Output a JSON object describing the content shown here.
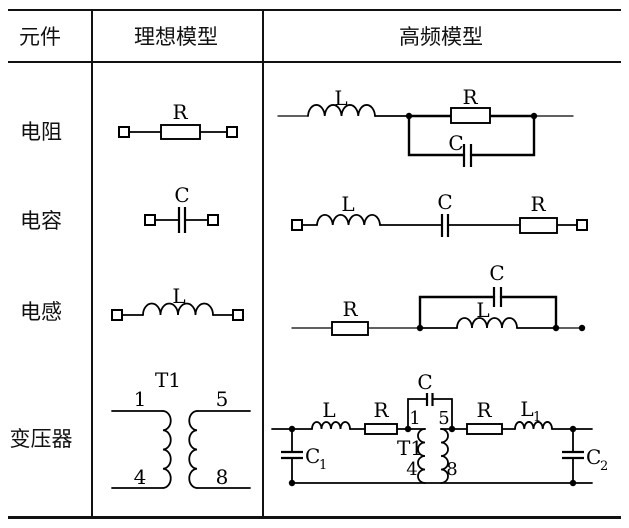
{
  "table": {
    "headers": {
      "component": "元件",
      "ideal_model": "理想模型",
      "hf_model": "高频模型"
    },
    "rows": [
      {
        "name": "电阻"
      },
      {
        "name": "电容"
      },
      {
        "name": "电感"
      },
      {
        "name": "变压器"
      }
    ]
  },
  "circuits": {
    "resistor_ideal": {
      "R": "R"
    },
    "resistor_hf": {
      "L": "L",
      "R": "R",
      "C": "C"
    },
    "capacitor_ideal": {
      "C": "C"
    },
    "capacitor_hf": {
      "L": "L",
      "C": "C",
      "R": "R"
    },
    "inductor_ideal": {
      "L": "L"
    },
    "inductor_hf": {
      "R": "R",
      "C": "C",
      "L": "L"
    },
    "transformer_ideal": {
      "T1": "T1",
      "pin1": "1",
      "pin4": "4",
      "pin5": "5",
      "pin8": "8"
    },
    "transformer_hf": {
      "C1": "C",
      "C1_sub": "1",
      "L": "L",
      "R1": "R",
      "C": "C",
      "pin1": "1",
      "pin5": "5",
      "T1": "T1",
      "pin4": "4",
      "pin8": "8",
      "R2": "R",
      "L1": "L",
      "L1_sub": "1",
      "C2": "C",
      "C2_sub": "2"
    }
  },
  "colors": {
    "ink": "#000000",
    "background": "#ffffff"
  }
}
